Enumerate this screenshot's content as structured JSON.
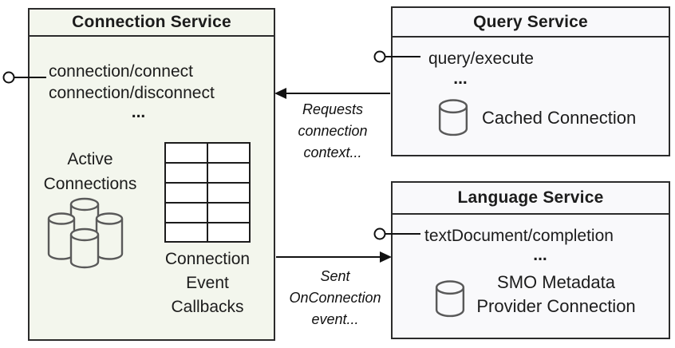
{
  "diagram": {
    "connection_service": {
      "title": "Connection Service",
      "methods": [
        "connection/connect",
        "connection/disconnect"
      ],
      "ellipsis": "...",
      "active_connections_label": "Active\nConnections",
      "callbacks_label": "Connection\nEvent\nCallbacks"
    },
    "query_service": {
      "title": "Query Service",
      "methods": [
        "query/execute"
      ],
      "ellipsis": "...",
      "cached_connection_label": "Cached Connection"
    },
    "language_service": {
      "title": "Language Service",
      "methods": [
        "textDocument/completion"
      ],
      "ellipsis": "...",
      "smo_label": "SMO Metadata\nProvider Connection"
    },
    "notes": {
      "requests_note": "Requests\nconnection\ncontext...",
      "sent_note": "Sent\nOnConnection\nevent..."
    },
    "colors": {
      "connection_box_fill": "#f3f6ed",
      "service_box_fill": "#f9f9fb",
      "box_border": "#2b2b2b",
      "icon_stroke": "#595959",
      "line_color": "#111111"
    }
  }
}
